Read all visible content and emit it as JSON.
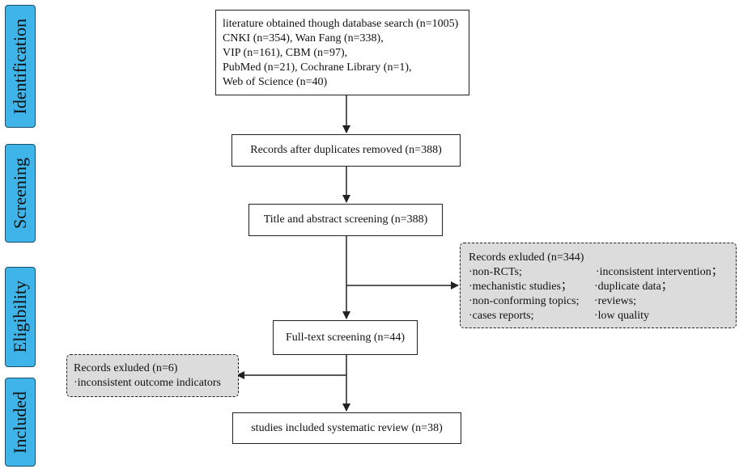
{
  "stages": [
    "Identification",
    "Screening",
    "Eligibility",
    "Included"
  ],
  "search_box": {
    "lines": [
      "literature obtained though database search (n=1005)",
      "CNKI (n=354), Wan Fang (n=338),",
      "VIP (n=161), CBM (n=97),",
      "PubMed (n=21), Cochrane Library (n=1),",
      "Web of Science (n=40)"
    ]
  },
  "duplicates_box": "Records after duplicates removed (n=388)",
  "title_abstract_box": "Title and abstract screening (n=388)",
  "fulltext_box": "Full-text screening (n=44)",
  "included_box": "studies included systematic review (n=38)",
  "excluded_1": {
    "title": "Records exluded (n=344)",
    "left": [
      "·non-RCTs;",
      "·mechanistic studies；",
      "·non-conforming topics;",
      "·cases reports;"
    ],
    "right": [
      "·inconsistent intervention；",
      "·duplicate data；",
      "·reviews;",
      "·low quality"
    ]
  },
  "excluded_2": {
    "title": "Records exluded (n=6)",
    "item": "·inconsistent outcome indicators"
  }
}
